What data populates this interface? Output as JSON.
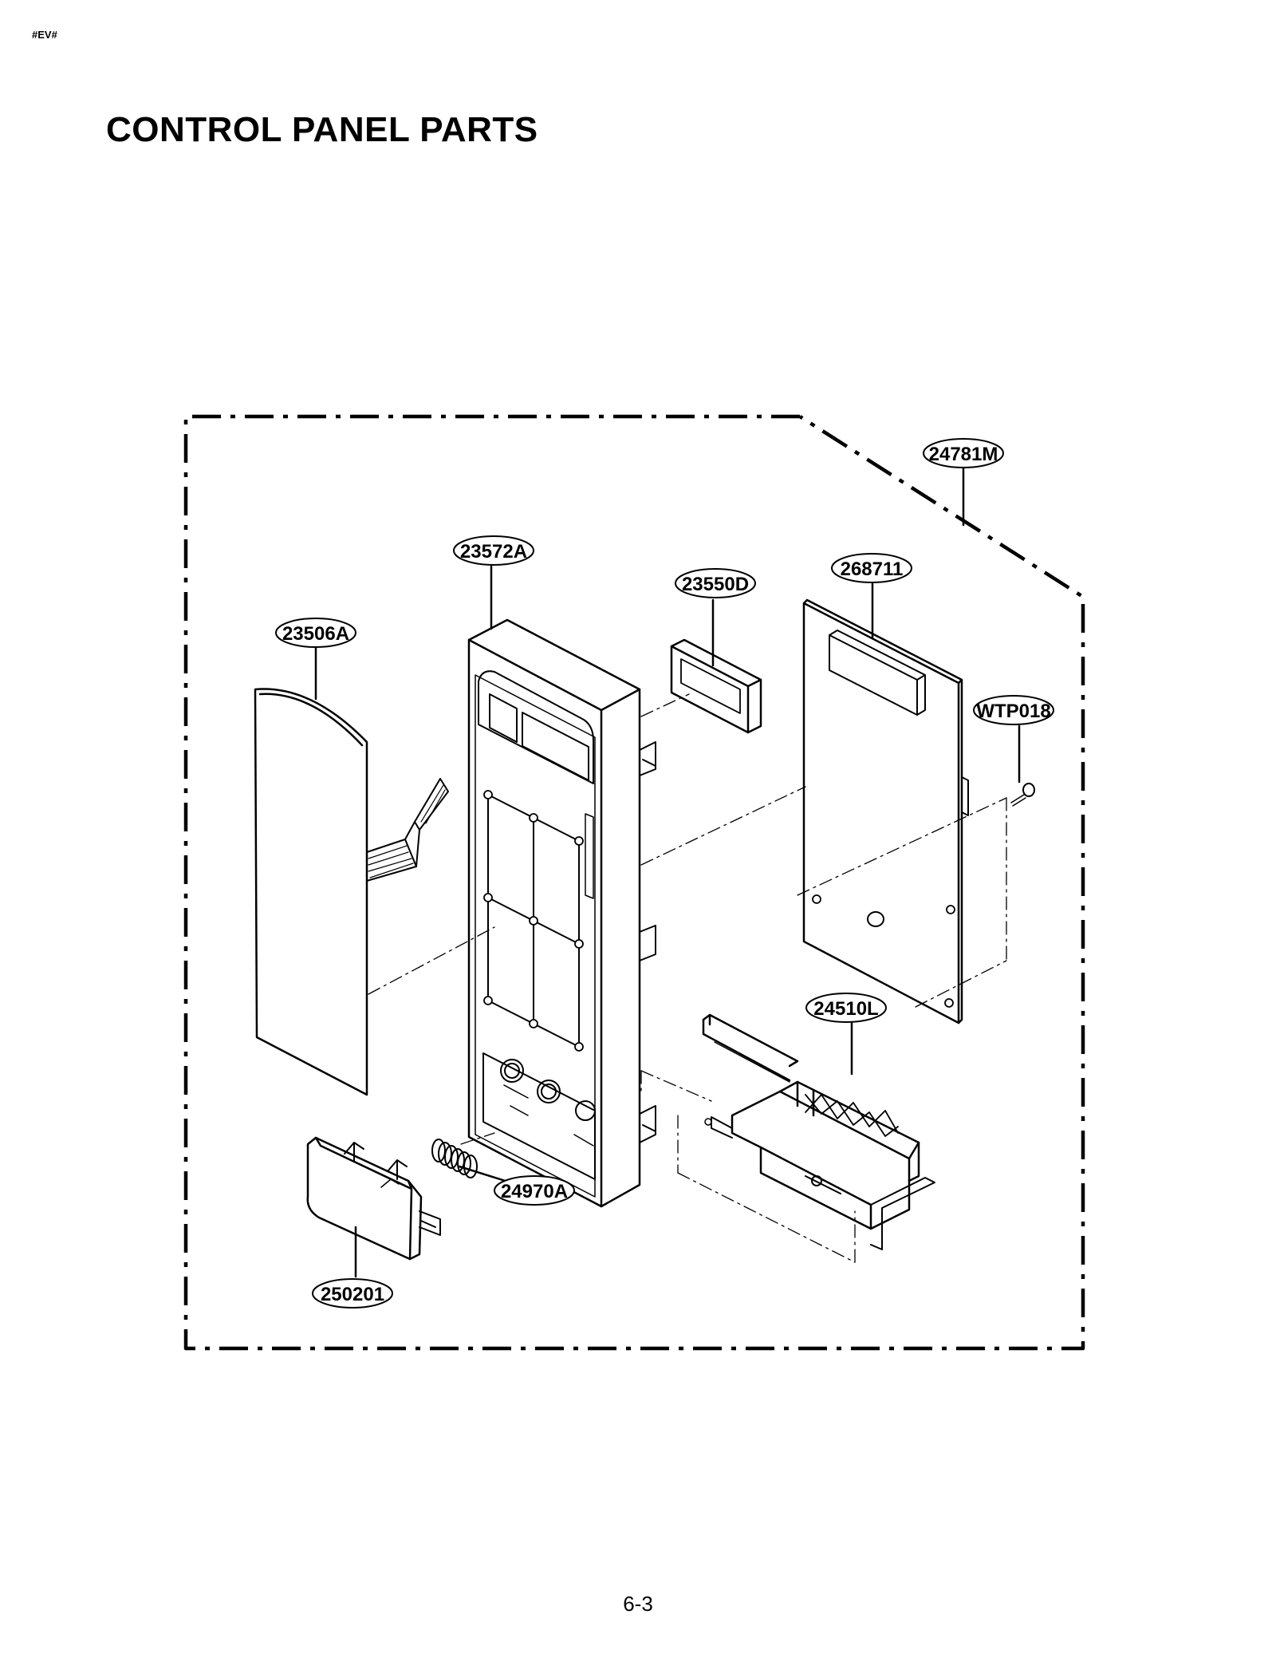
{
  "header": {
    "tag": "#EV#",
    "title": "CONTROL PANEL PARTS"
  },
  "footer": {
    "page_number": "6-3"
  },
  "parts": {
    "assembly": "24781M",
    "control_panel": "23572A",
    "membrane_switch": "23506A",
    "display_window": "23550D",
    "pcb": "268711",
    "screw": "WTP018",
    "door_lever": "24510L",
    "spring": "24970A",
    "door_button": "250201"
  }
}
